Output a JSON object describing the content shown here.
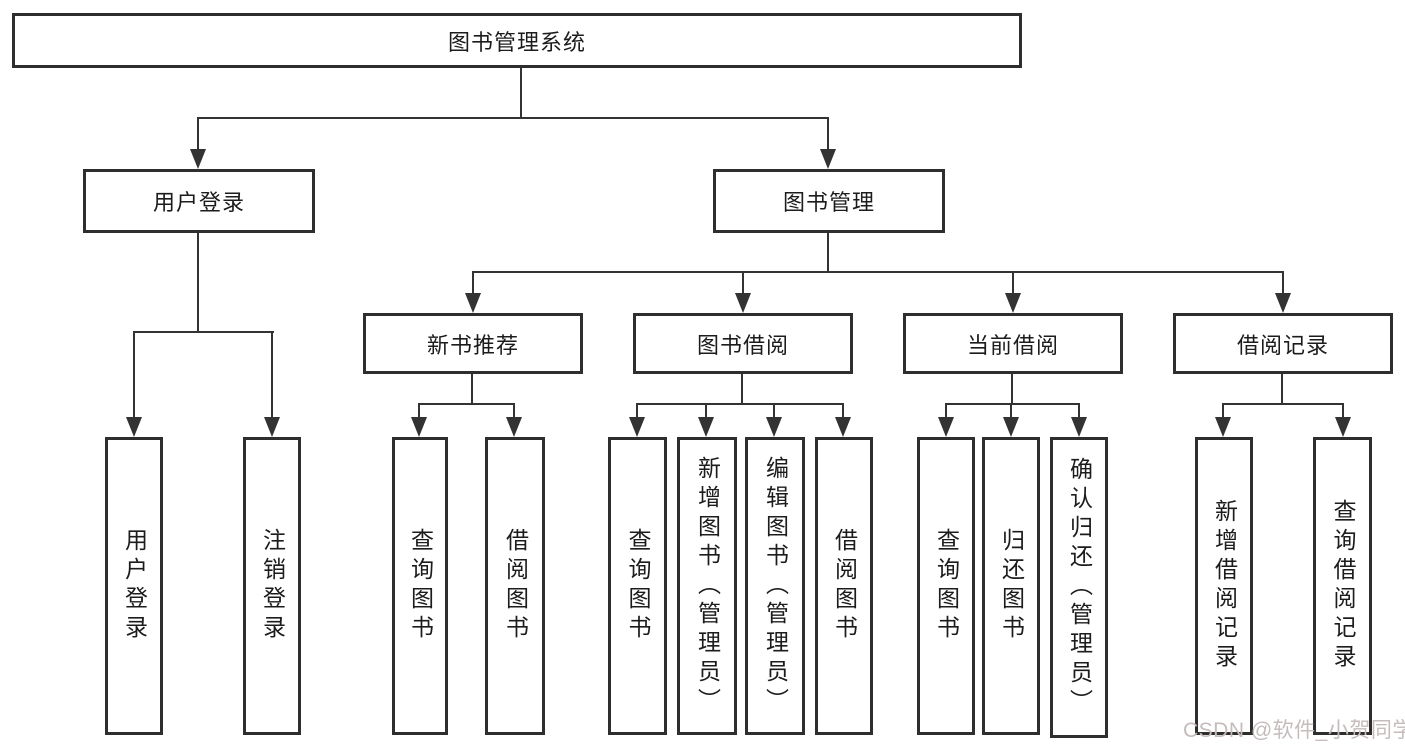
{
  "diagram": {
    "root": {
      "label": "图书管理系统"
    },
    "branches": [
      {
        "label": "用户登录",
        "children": [
          {
            "label": "用户登录"
          },
          {
            "label": "注销登录"
          }
        ]
      },
      {
        "label": "图书管理",
        "children": [
          {
            "label": "新书推荐",
            "children": [
              {
                "label": "查询图书"
              },
              {
                "label": "借阅图书"
              }
            ]
          },
          {
            "label": "图书借阅",
            "children": [
              {
                "label": "查询图书"
              },
              {
                "label": "新增图书（管理员）"
              },
              {
                "label": "编辑图书（管理员）"
              },
              {
                "label": "借阅图书"
              }
            ]
          },
          {
            "label": "当前借阅",
            "children": [
              {
                "label": "查询图书"
              },
              {
                "label": "归还图书"
              },
              {
                "label": "确认归还（管理员）"
              }
            ]
          },
          {
            "label": "借阅记录",
            "children": [
              {
                "label": "新增借阅记录"
              },
              {
                "label": "查询借阅记录"
              }
            ]
          }
        ]
      }
    ]
  },
  "watermark": "CSDN @软件_小贺同学",
  "colors": {
    "background": "#ffffff",
    "box_border": "#2e2e2e",
    "line": "#333333",
    "text": "#1c1c1c",
    "watermark": "#c6bcbc"
  }
}
